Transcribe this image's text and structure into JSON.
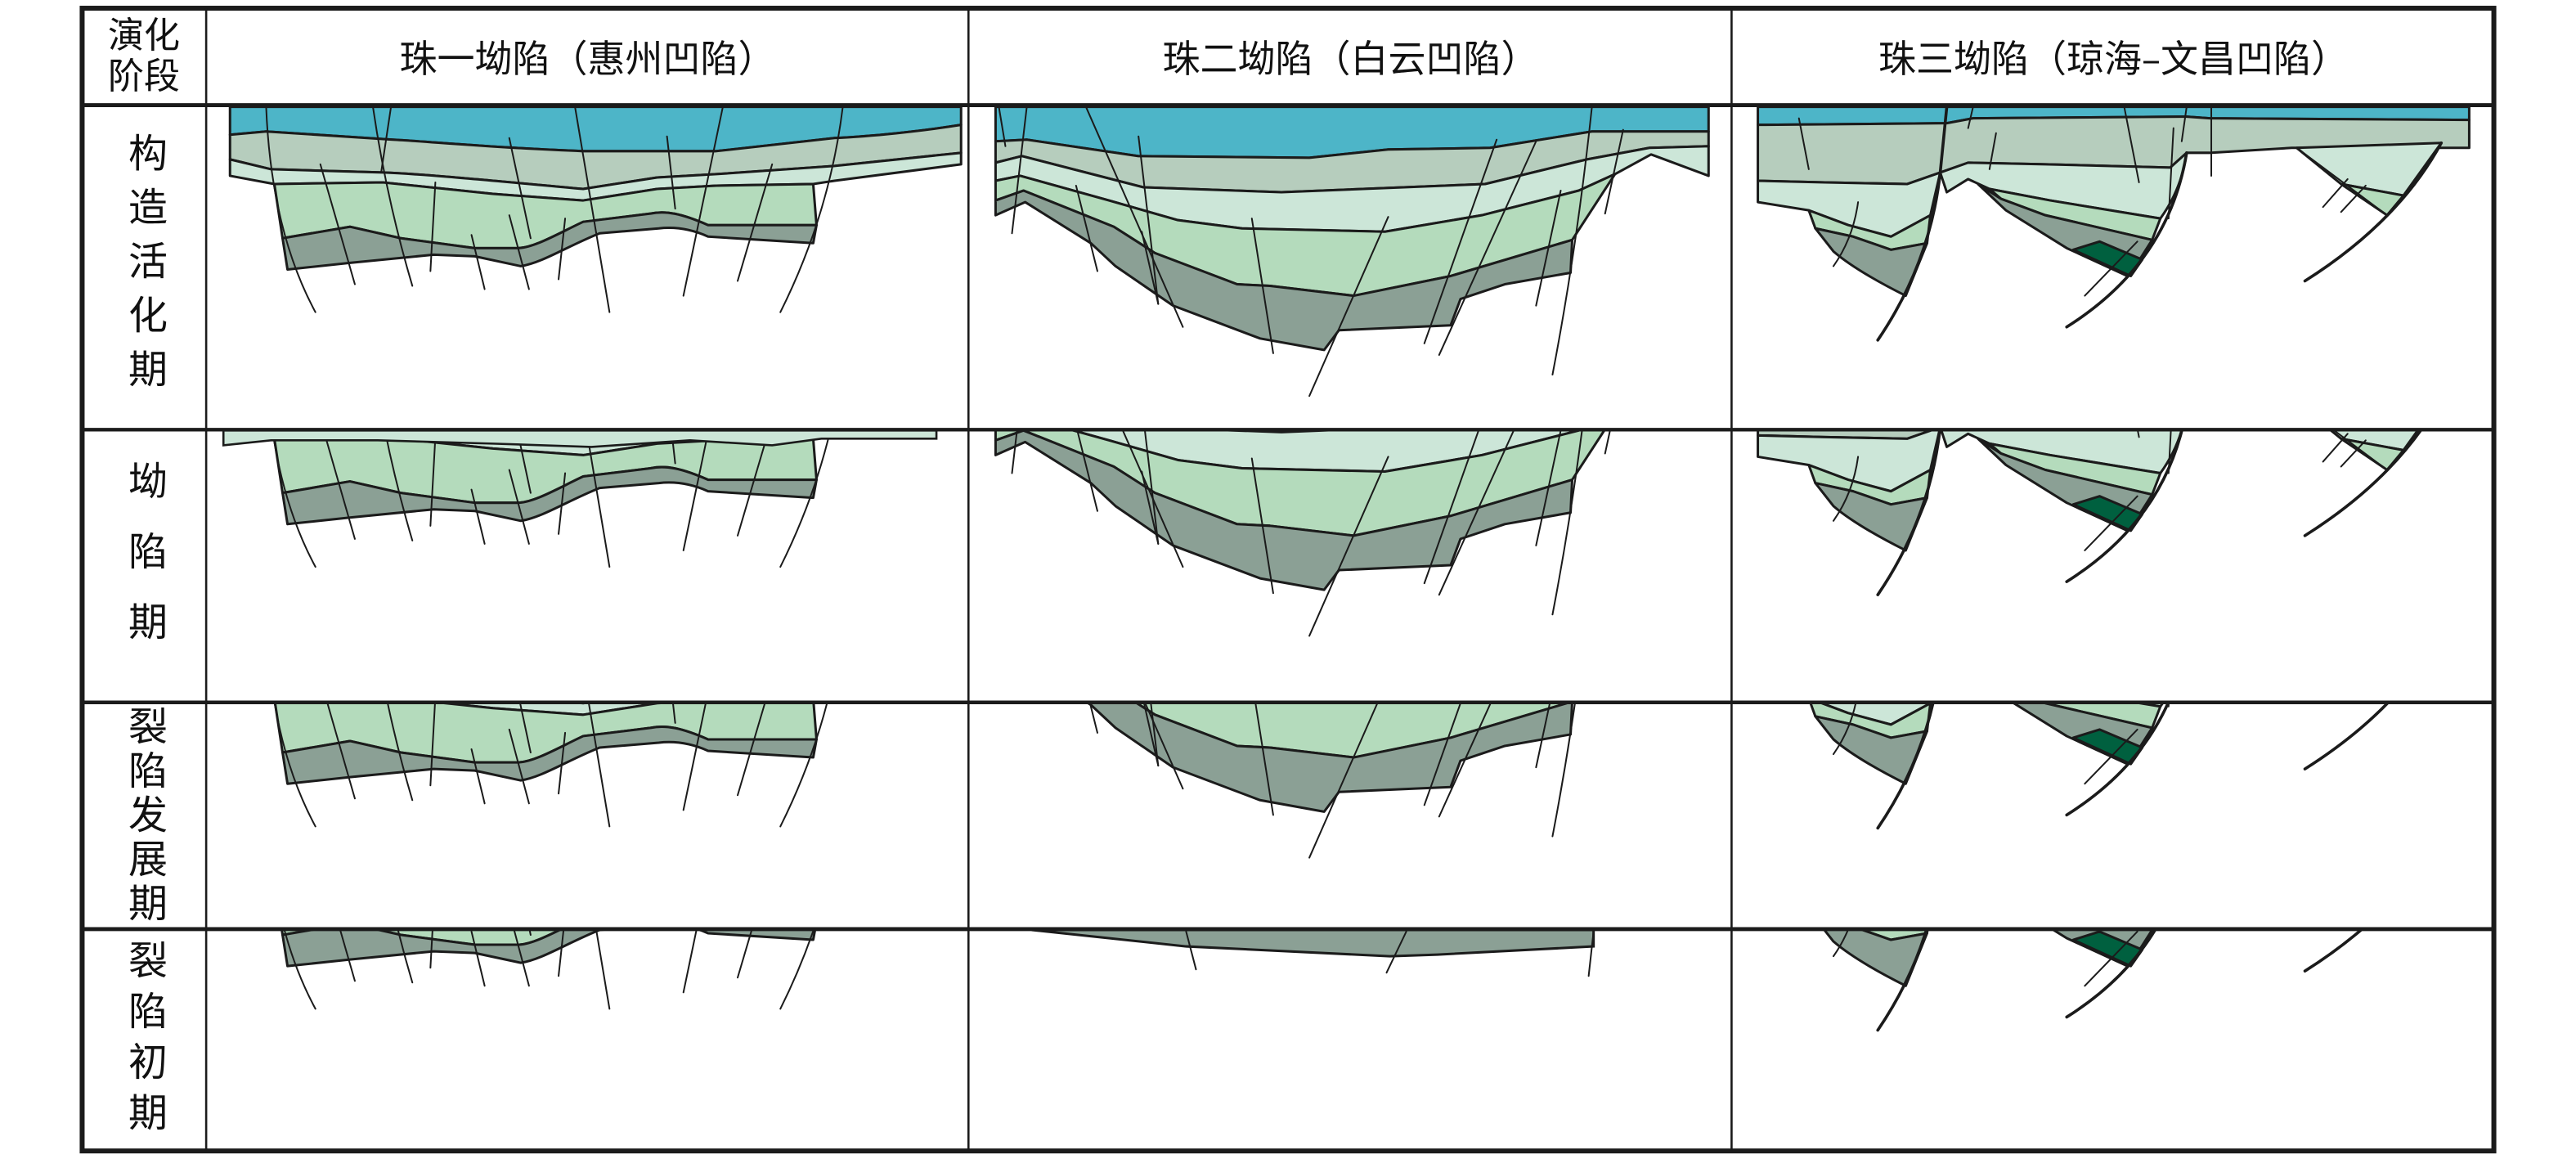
{
  "header": {
    "stage_col_line1": "演化",
    "stage_col_line2": "阶段",
    "columns": [
      "珠一坳陷（惠州凹陷）",
      "珠二坳陷（白云凹陷）",
      "珠三坳陷（琼海–文昌凹陷）"
    ]
  },
  "stages": [
    "构造活化期",
    "坳陷期",
    "裂陷发展期",
    "裂陷初期"
  ],
  "colors": {
    "water": "#4db5c8",
    "layer_grey_green": "#b6cdbd",
    "layer_pale_green": "#cce6d8",
    "layer_light_green": "#b4dbbc",
    "layer_dark_grey": "#8ba095",
    "layer_dark_green": "#00603f"
  }
}
